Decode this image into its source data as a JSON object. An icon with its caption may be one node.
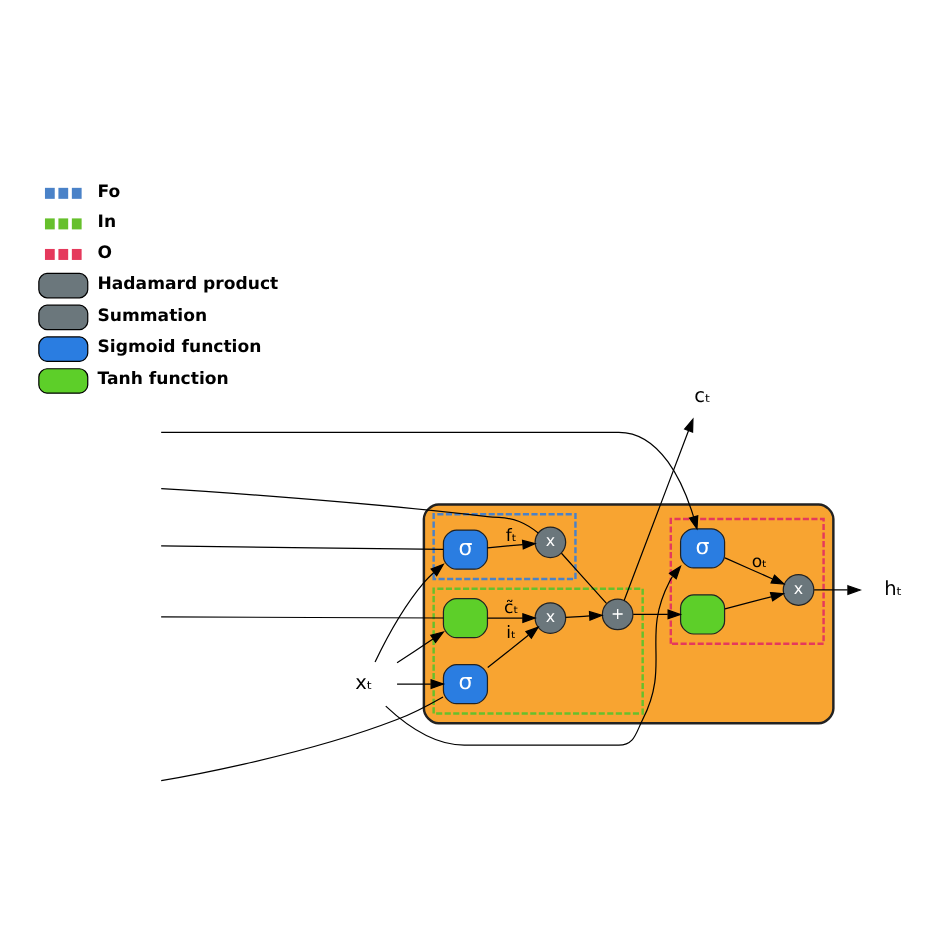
{
  "diagram": {
    "nodes": [
      {
        "text": [],
        "shape": "box"
      },
      {
        "text": [],
        "shape": "box",
        "in": 0
      },
      {
        "text": [],
        "shape": "box",
        "in": 0
      },
      {
        "text": [],
        "shape": "box",
        "in": 0
      },
      {
        "text": [
          "x"
        ],
        "in": 1
      },
      {
        "text": [
          "σ"
        ],
        "in": 1
      },
      {
        "text": [
          "+"
        ],
        "in": 2
      },
      {
        "text": [
          "x"
        ],
        "in": 2
      },
      {
        "text": [
          "σ"
        ],
        "in": 2
      },
      {
        "text": [],
        "shape": "box",
        "in": 2
      },
      {
        "text": [],
        "shape": "box",
        "in": 3
      },
      {
        "text": [
          "σ"
        ],
        "in": 3
      },
      {
        "text": [
          "x"
        ],
        "in": 3
      },
      {
        "text": [
          "xₜ"
        ]
      },
      {
        "text": [
          "cₜ"
        ]
      },
      {
        "text": [
          "hₜ"
        ]
      }
    ],
    "edges": [
      {
        "from": null,
        "to": 4,
        "arrow": "none"
      },
      {
        "from": 4,
        "to": 6,
        "arrow": "none"
      },
      {
        "from": 6,
        "to": 14,
        "arrow": "to"
      },
      {
        "from": 6,
        "to": 10,
        "arrow": "to"
      },
      {
        "from": null,
        "to": 5,
        "arrow": "none"
      },
      {
        "from": null,
        "to": 8,
        "arrow": "none"
      },
      {
        "from": null,
        "to": 9,
        "arrow": "none"
      },
      {
        "from": null,
        "to": 11,
        "arrow": "to"
      },
      {
        "from": 13,
        "to": 5,
        "arrow": "to"
      },
      {
        "from": 13,
        "to": 8,
        "arrow": "to"
      },
      {
        "from": 13,
        "to": 9,
        "arrow": "to"
      },
      {
        "from": 13,
        "to": 11,
        "arrow": "to"
      },
      {
        "from": 5,
        "to": 4,
        "arrow": "to",
        "label": "fₜ"
      },
      {
        "from": 8,
        "to": 7,
        "arrow": "to",
        "label": "iₜ"
      },
      {
        "from": 9,
        "to": 7,
        "arrow": "to",
        "label": "c̃ₜ"
      },
      {
        "from": 7,
        "to": 6,
        "arrow": "to"
      },
      {
        "from": 10,
        "to": 12,
        "arrow": "to"
      },
      {
        "from": 11,
        "to": 12,
        "arrow": "to",
        "label": "oₜ"
      },
      {
        "from": 12,
        "to": 15,
        "arrow": "to"
      }
    ],
    "legend": [
      {
        "text": "Fo"
      },
      {
        "text": "In"
      },
      {
        "text": "O"
      },
      {
        "text": "Hadamard product"
      },
      {
        "text": "Summation"
      },
      {
        "text": "Sigmoid function"
      },
      {
        "text": "Tanh function"
      }
    ]
  }
}
